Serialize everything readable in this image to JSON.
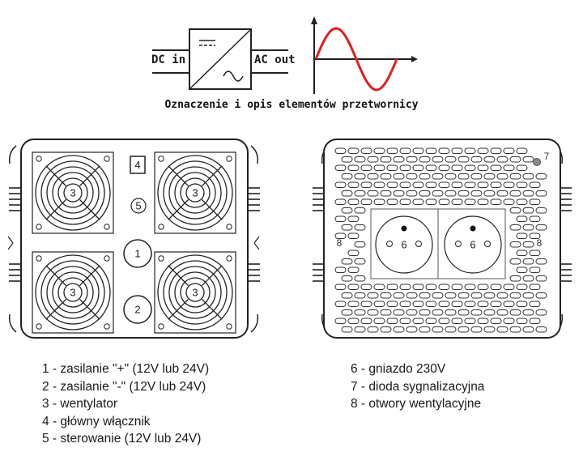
{
  "symbol": {
    "dc_label": "DC in",
    "ac_label": "AC out"
  },
  "caption": "Oznaczenie i opis elementów przetwornicy",
  "front_panel": {
    "fan_marker": "3",
    "switch_marker": "4",
    "control_marker": "5",
    "plus_marker": "1",
    "minus_marker": "2"
  },
  "back_panel": {
    "socket_marker": "6",
    "led_marker": "7",
    "vent_marker": "8"
  },
  "legend_left": [
    "1 - zasilanie \"+\" (12V lub 24V)",
    "2 - zasilanie \"-\" (12V lub 24V)",
    "3 - wentylator",
    "4 - główny włącznik",
    "5 - sterowanie (12V lub 24V)"
  ],
  "legend_right": [
    "6 - gniazdo 230V",
    "7 - dioda sygnalizacyjna",
    "8 - otwory wentylacyjne"
  ],
  "colors": {
    "sine_wave": "#e01e1e",
    "led": "#8a8a8a",
    "outline": "#222222"
  }
}
